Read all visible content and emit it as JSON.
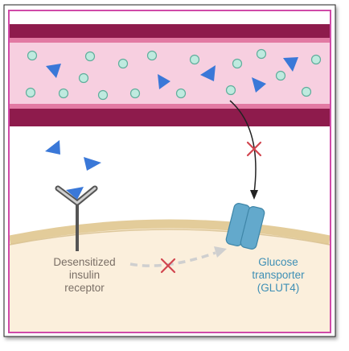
{
  "labels": {
    "receptor": [
      "Desensitized",
      "insulin",
      "receptor"
    ],
    "transporter": [
      "Glucose",
      "transporter",
      "(GLUT4)"
    ]
  },
  "colors": {
    "frame_border": "#d04aa8",
    "vessel_wall": "#8e1b4c",
    "vessel_wall_light": "#e27aa3",
    "plasma": "#f7cfe0",
    "cell": "#fbefdc",
    "membrane": "#e3cc9a",
    "glucose": "#bfeadf",
    "insulin": "#3a78d8",
    "glut4": "#63a9cc",
    "block_mark": "#d1454f",
    "receptor": "#555555"
  },
  "icons": {
    "glucose": "circle",
    "insulin": "triangle",
    "block": "x-mark"
  }
}
